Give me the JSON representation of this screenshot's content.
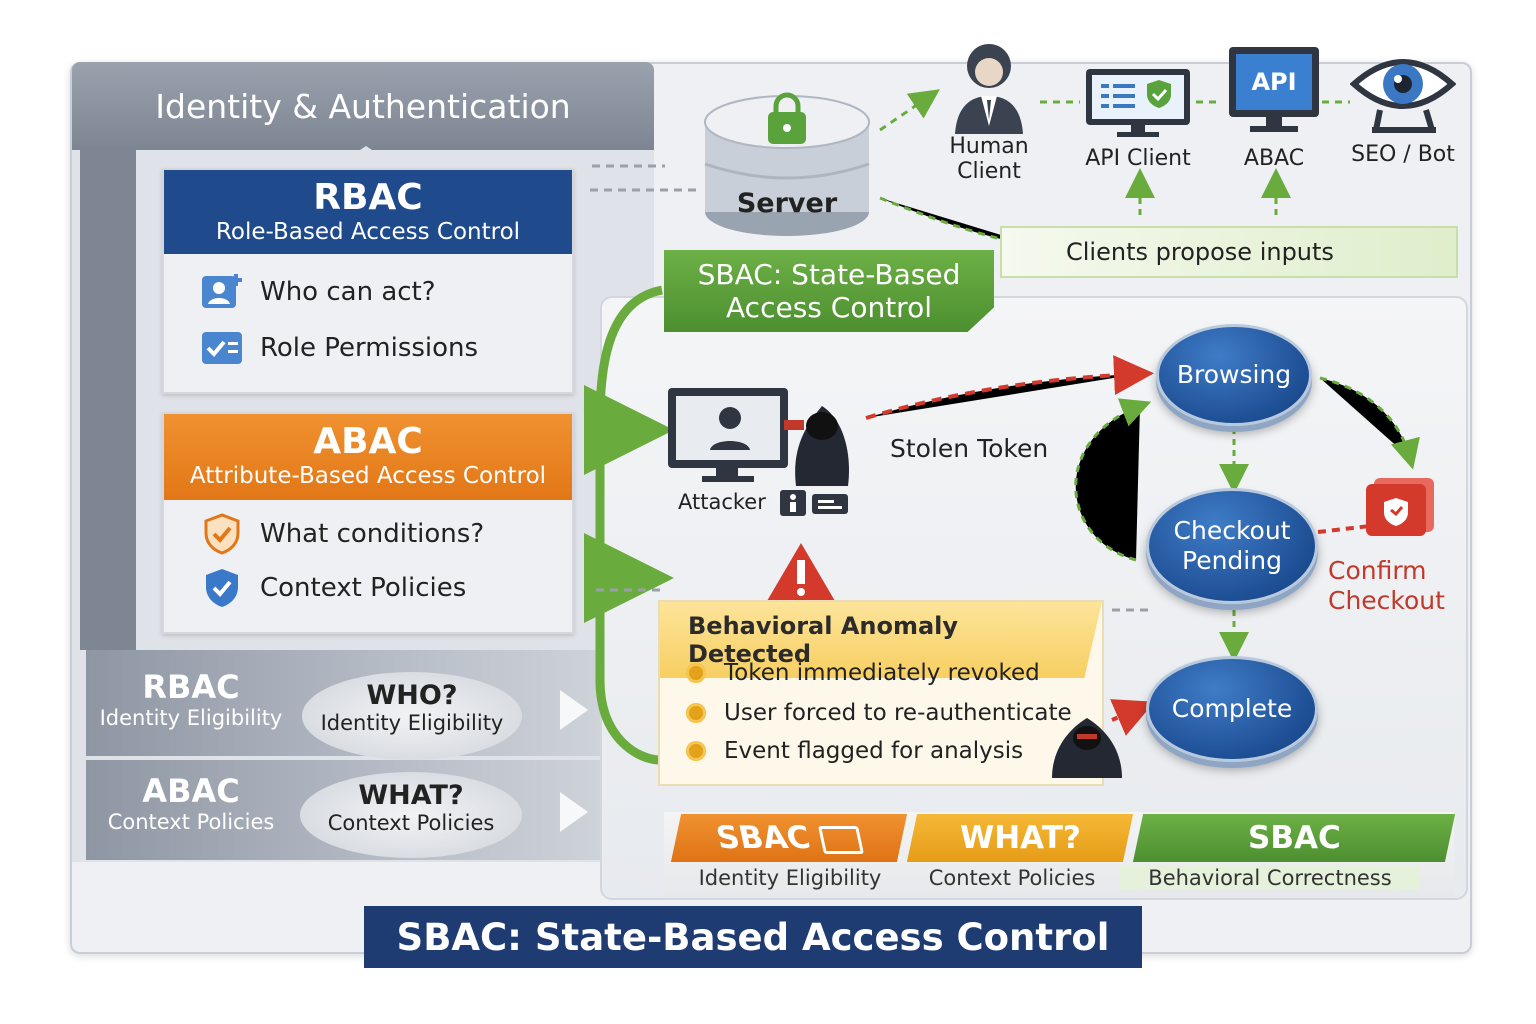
{
  "identity_panel": {
    "header": "Identity & Authentication",
    "rbac_card": {
      "title": "RBAC",
      "subtitle": "Role-Based Access Control",
      "items": [
        "Who can act?",
        "Role Permissions"
      ]
    },
    "abac_card": {
      "title": "ABAC",
      "subtitle": "Attribute-Based Access Control",
      "items": [
        "What conditions?",
        "Context Policies"
      ]
    },
    "rows": [
      {
        "title": "RBAC",
        "subtitle": "Identity Eligibility",
        "pill_title": "WHO?",
        "pill_sub": "Identity Eligibility"
      },
      {
        "title": "ABAC",
        "subtitle": "Context Policies",
        "pill_title": "WHAT?",
        "pill_sub": "Context Policies"
      }
    ]
  },
  "server": {
    "label": "Server",
    "sbac_label_line1": "SBAC: State-Based",
    "sbac_label_line2": "Access Control"
  },
  "clients": [
    {
      "label_line1": "Human",
      "label_line2": "Client",
      "icon": "person-icon"
    },
    {
      "label_line1": "API Client",
      "label_line2": "",
      "icon": "monitor-check-icon"
    },
    {
      "label_line1": "ABAC",
      "label_line2": "",
      "icon": "api-monitor-icon",
      "screen_text": "API"
    },
    {
      "label_line1": "SEO / Bot",
      "label_line2": "",
      "icon": "eye-camera-icon"
    }
  ],
  "clients_banner": "Clients propose inputs",
  "attack": {
    "attacker_label": "Attacker",
    "stolen_token": "Stolen Token"
  },
  "anomaly": {
    "title": "Behavioral Anomaly Detected",
    "bullets": [
      "Token immediately revoked",
      "User forced to re-authenticate",
      "Event flagged for analysis"
    ]
  },
  "states": {
    "browsing": "Browsing",
    "checkout_line1": "Checkout",
    "checkout_line2": "Pending",
    "complete": "Complete",
    "confirm_line1": "Confirm",
    "confirm_line2": "Checkout"
  },
  "footer_tabs": [
    {
      "title": "SBAC",
      "sub": "Identity Eligibility",
      "color": "#e57f1e"
    },
    {
      "title": "WHAT?",
      "sub": "Context Policies",
      "color": "#eea82a"
    },
    {
      "title": "SBAC",
      "sub": "Behavioral Correctness",
      "color": "#5a9a3a"
    }
  ],
  "main_title": "SBAC: State-Based Access Control",
  "colors": {
    "navy": "#1f3c72",
    "orange": "#e57f1e",
    "green": "#5a9a3a",
    "red": "#d33a2c",
    "blue_node": "#1e4f95"
  }
}
